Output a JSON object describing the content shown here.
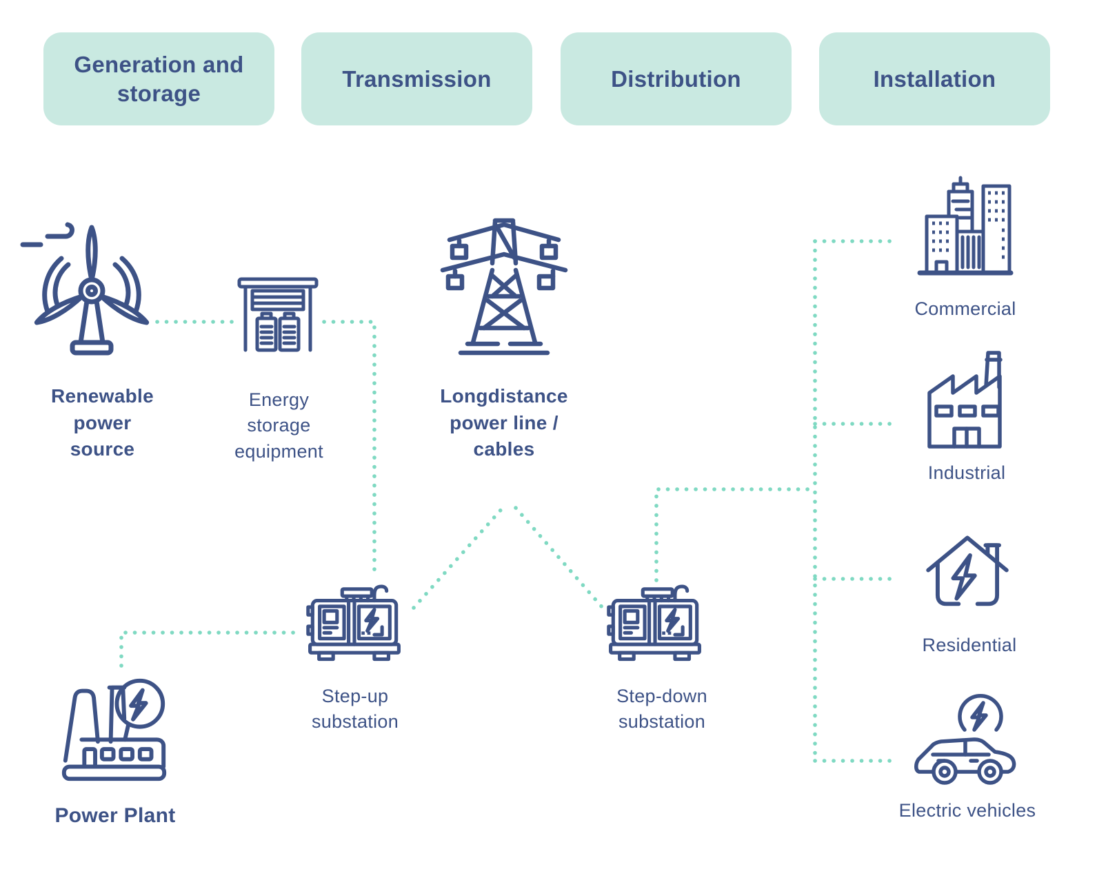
{
  "stages": [
    {
      "label": "Generation and storage"
    },
    {
      "label": "Transmission"
    },
    {
      "label": "Distribution"
    },
    {
      "label": "Installation"
    }
  ],
  "nodes": {
    "renewable": {
      "label": "Renewable power source",
      "icon": "wind-turbine-icon"
    },
    "storage": {
      "label": "Energy storage equipment",
      "icon": "battery-storage-icon"
    },
    "powerline": {
      "label": "Longdistance power line / cables",
      "icon": "transmission-tower-icon"
    },
    "stepup": {
      "label": "Step-up substation",
      "icon": "substation-icon"
    },
    "stepdown": {
      "label": "Step-down substation",
      "icon": "substation-icon"
    },
    "powerplant": {
      "label": "Power Plant",
      "icon": "power-plant-icon"
    },
    "commercial": {
      "label": "Commercial",
      "icon": "commercial-buildings-icon"
    },
    "industrial": {
      "label": "Industrial",
      "icon": "factory-icon"
    },
    "residential": {
      "label": "Residential",
      "icon": "house-energy-icon"
    },
    "ev": {
      "label": "Electric vehicles",
      "icon": "electric-car-icon"
    }
  },
  "connections": [
    {
      "from": "renewable",
      "to": "storage"
    },
    {
      "from": "storage",
      "to": "stepup"
    },
    {
      "from": "powerplant",
      "to": "stepup"
    },
    {
      "from": "stepup",
      "to": "powerline"
    },
    {
      "from": "powerline",
      "to": "stepdown"
    },
    {
      "from": "stepdown",
      "to": "commercial"
    },
    {
      "from": "stepdown",
      "to": "industrial"
    },
    {
      "from": "stepdown",
      "to": "residential"
    },
    {
      "from": "stepdown",
      "to": "ev"
    }
  ],
  "colors": {
    "navy": "#3d5286",
    "pill_bg": "#c9e9e1",
    "connector_dots": "#7fd9c2",
    "background": "#ffffff"
  }
}
